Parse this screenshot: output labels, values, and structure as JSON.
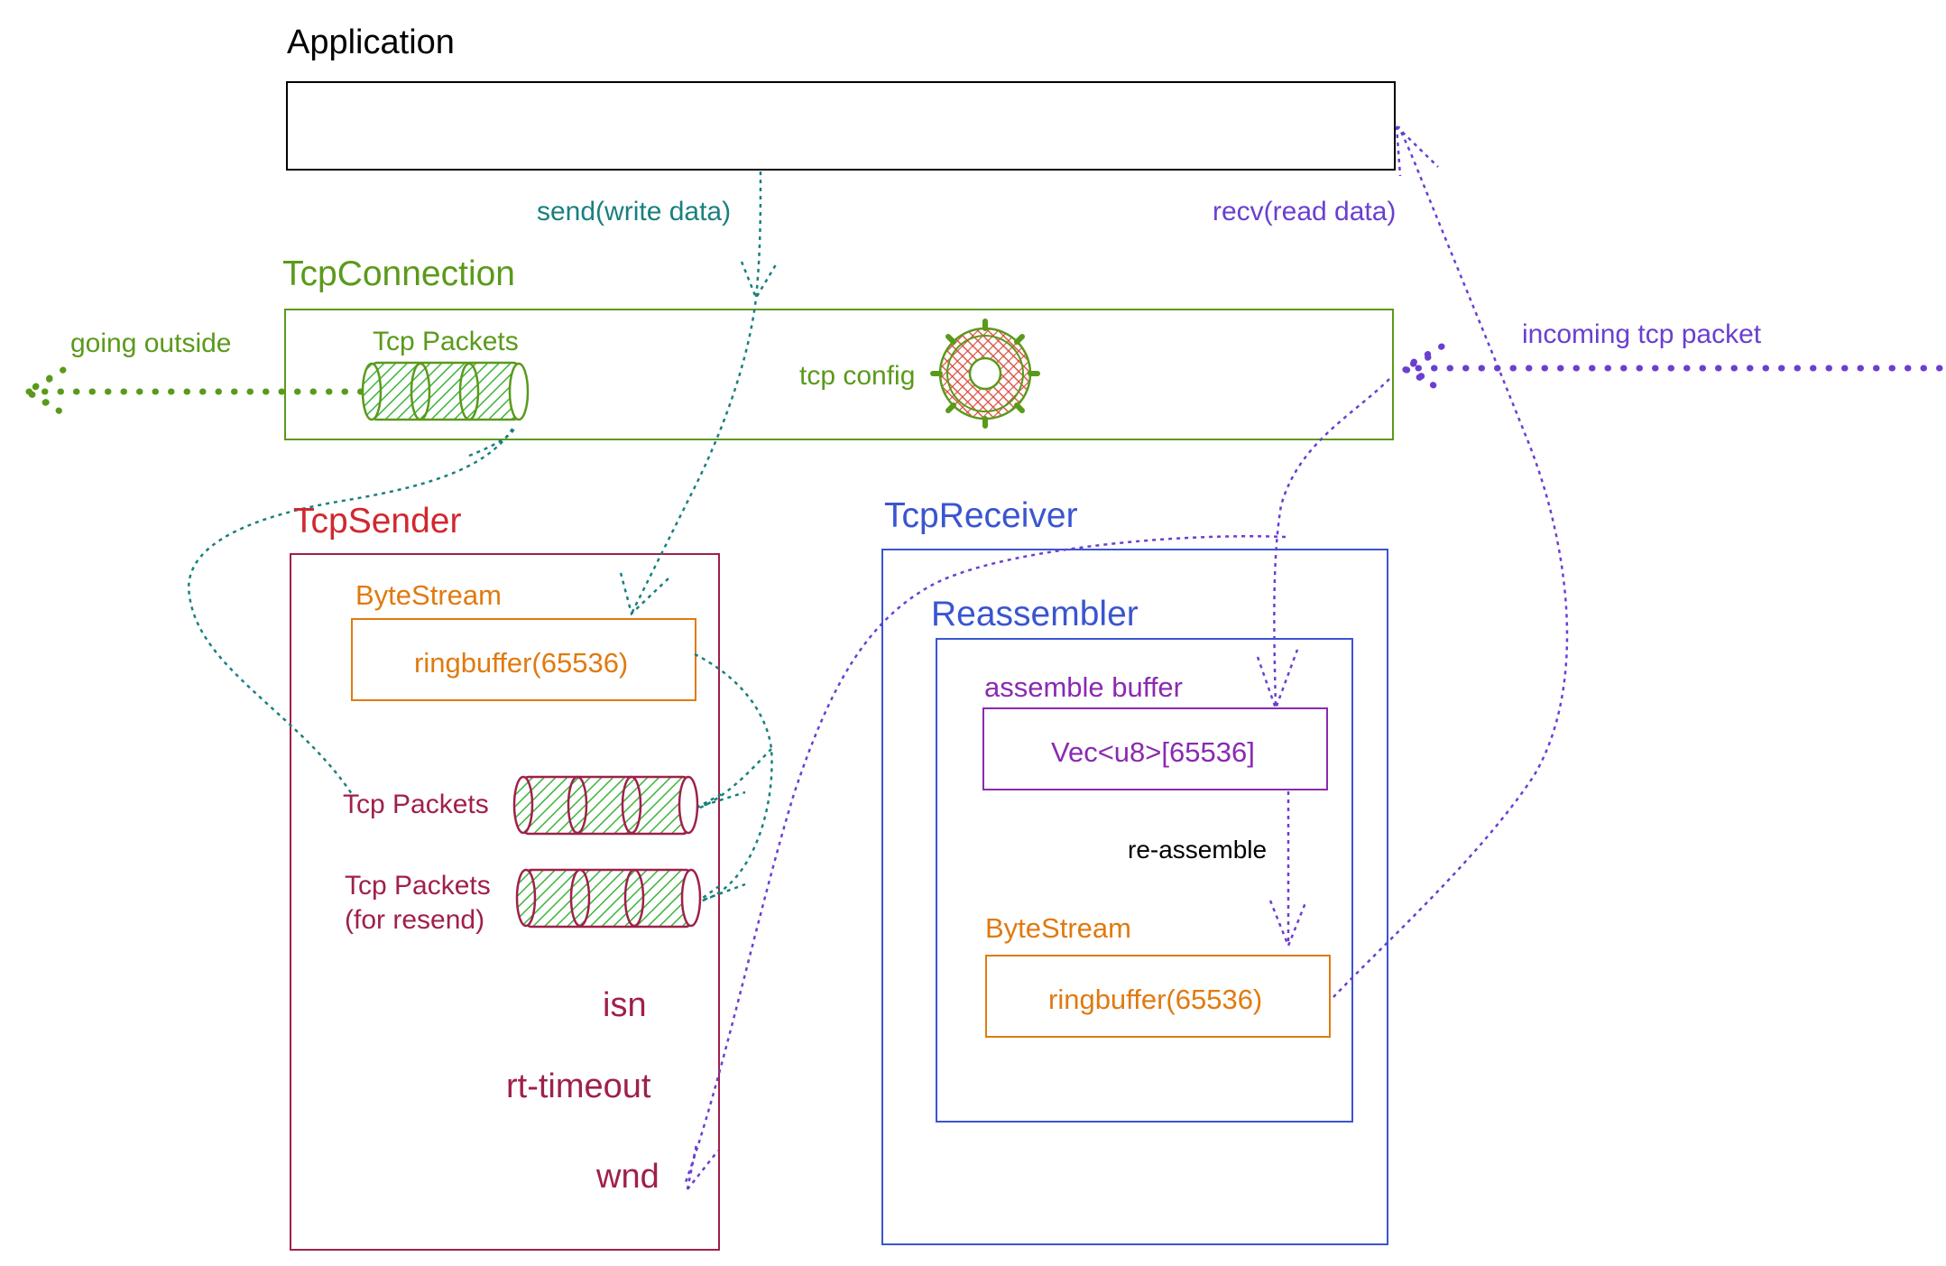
{
  "application": {
    "title": "Application"
  },
  "arrows": {
    "send": "send(write data)",
    "recv": "recv(read data)",
    "outgoing": "going outside",
    "incoming": "incoming tcp packet",
    "reassemble": "re-assemble"
  },
  "tcp_connection": {
    "title": "TcpConnection",
    "packets_label": "Tcp Packets",
    "config_label": "tcp config",
    "packets_icon": "packet-queue-icon",
    "config_icon": "gear-icon"
  },
  "tcp_sender": {
    "title": "TcpSender",
    "bytestream_label": "ByteStream",
    "ringbuffer_label": "ringbuffer(65536)",
    "packets_label": "Tcp Packets",
    "resend_label_line1": "Tcp Packets",
    "resend_label_line2": "(for resend)",
    "fields": [
      "isn",
      "rt-timeout",
      "wnd"
    ],
    "packets_icon": "packet-queue-icon"
  },
  "tcp_receiver": {
    "title": "TcpReceiver",
    "reassembler_title": "Reassembler",
    "assemble_buffer_label": "assemble buffer",
    "vec_label": "Vec<u8>[65536]",
    "bytestream_label": "ByteStream",
    "ringbuffer_label": "ringbuffer(65536)"
  },
  "colors": {
    "black": "#000000",
    "teal": "#1a7f7f",
    "green": "#5a9a1a",
    "purple_blue": "#6a3fd0",
    "red": "#d0282f",
    "crimson": "#a0204a",
    "orange": "#e07a10",
    "blue": "#3a55d0",
    "violet": "#8a2ab0",
    "hatch_green": "#3cb43c",
    "hatch_red": "#d84a3a"
  }
}
